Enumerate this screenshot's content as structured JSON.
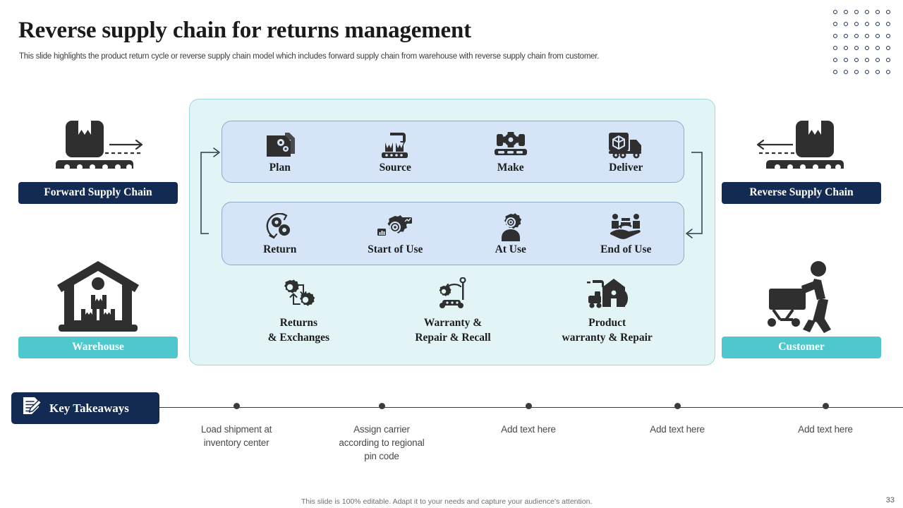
{
  "header": {
    "title": "Reverse supply chain for returns management",
    "subtitle": "This slide highlights the product return cycle  or reverse supply chain model which includes forward supply chain from warehouse with reverse supply chain from customer."
  },
  "colors": {
    "navy": "#132b52",
    "teal": "#4ec7cd",
    "panel_bg": "#e2f4f6",
    "row_bg": "#d6e4f8",
    "row_border": "#8fa9c9",
    "panel_border": "#9fd9de",
    "ink": "#1c1c1c"
  },
  "left_column": {
    "top": {
      "icon": "conveyor-box-forward-icon",
      "badge_label": "Forward Supply Chain"
    },
    "bottom": {
      "icon": "warehouse-icon",
      "badge_label": "Warehouse"
    }
  },
  "right_column": {
    "top": {
      "icon": "conveyor-box-reverse-icon",
      "badge_label": "Reverse Supply Chain"
    },
    "bottom": {
      "icon": "customer-shopping-cart-icon",
      "badge_label": "Customer"
    }
  },
  "panel": {
    "row_forward": [
      {
        "icon": "plan-document-gear-icon",
        "label": "Plan"
      },
      {
        "icon": "source-crane-icon",
        "label": "Source"
      },
      {
        "icon": "make-factory-line-icon",
        "label": "Make"
      },
      {
        "icon": "deliver-truck-icon",
        "label": "Deliver"
      }
    ],
    "row_reverse": [
      {
        "icon": "return-gears-cycle-icon",
        "label": "Return"
      },
      {
        "icon": "start-of-use-gear-icon",
        "label": "Start of Use"
      },
      {
        "icon": "at-use-person-gear-icon",
        "label": "At Use"
      },
      {
        "icon": "end-of-use-hand-icon",
        "label": "End of Use"
      }
    ],
    "bottom_items": [
      {
        "icon": "returns-exchange-gears-icon",
        "line1": "Returns",
        "line2": "& Exchanges"
      },
      {
        "icon": "warranty-repair-robot-icon",
        "line1": "Warranty &",
        "line2": "Repair & Recall"
      },
      {
        "icon": "product-warranty-shop-icon",
        "line1": "Product",
        "line2": "warranty & Repair"
      }
    ]
  },
  "key_takeaways": {
    "icon": "document-pencil-icon",
    "label": "Key Takeaways",
    "items": [
      {
        "line1": "Load shipment at",
        "line2": "inventory  center",
        "line3": ""
      },
      {
        "line1": "Assign carrier",
        "line2": "according to regional",
        "line3": "pin code"
      },
      {
        "line1": "Add text here",
        "line2": "",
        "line3": ""
      },
      {
        "line1": "Add text here",
        "line2": "",
        "line3": ""
      },
      {
        "line1": "Add text here",
        "line2": "",
        "line3": ""
      }
    ]
  },
  "footer": {
    "note": "This slide is 100% editable.  Adapt it to your needs and capture your audience's attention.",
    "page_number": "33"
  }
}
